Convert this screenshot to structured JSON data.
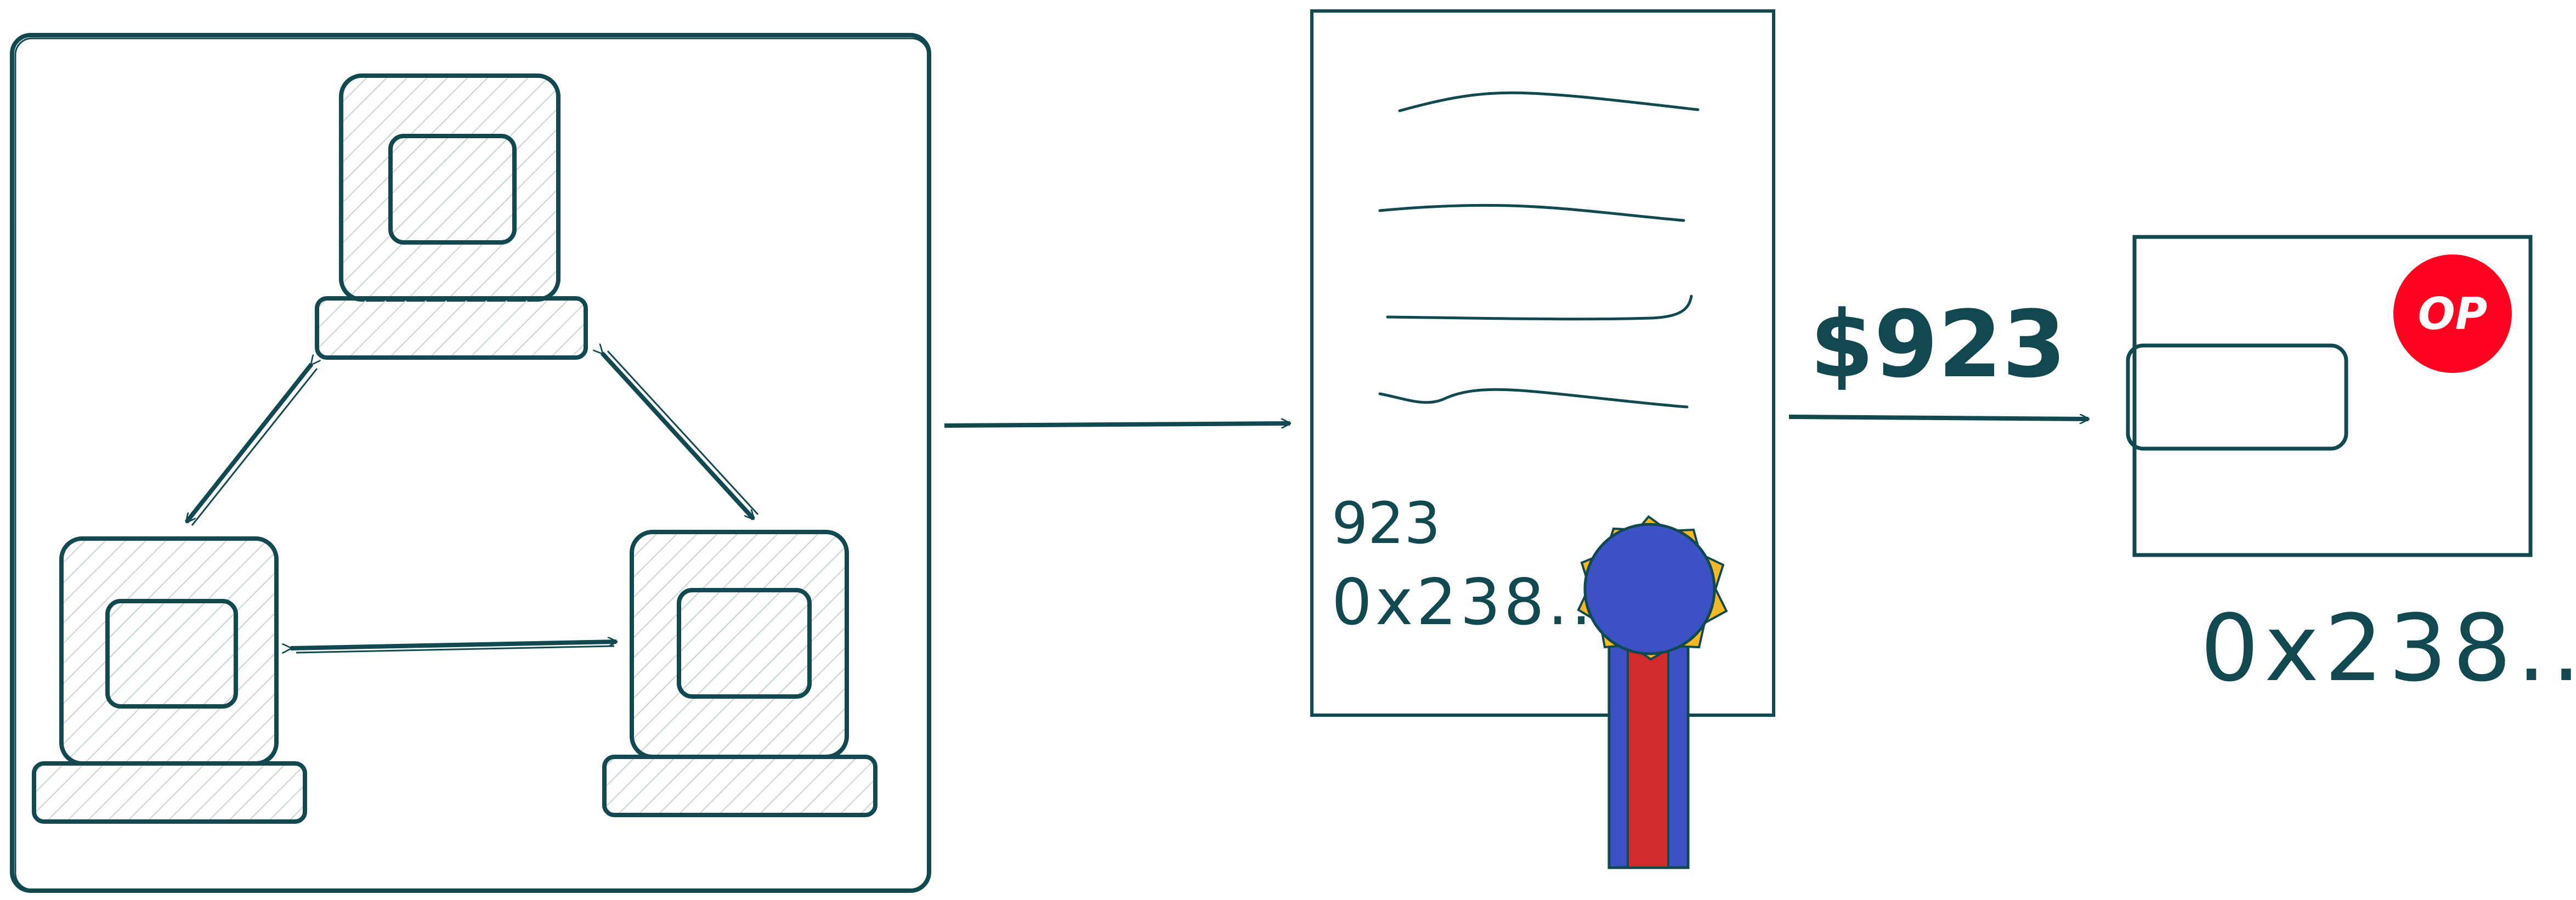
{
  "colors": {
    "ink": "#12484f",
    "hatch": "#c9d4d5",
    "seal_blue": "#3a52c4",
    "seal_gold": "#f2b928",
    "seal_red": "#d22b2b",
    "op_red": "#ff0420",
    "op_text": "#ffffff"
  },
  "document": {
    "amount_text": "923",
    "address_text": "0x238.."
  },
  "transfer": {
    "amount_label": "$923"
  },
  "wallet": {
    "badge_text": "OP",
    "address_label": "0x238.."
  },
  "icons": {
    "computer": "computer-icon",
    "seal": "award-seal-icon",
    "badge": "optimism-logo"
  }
}
